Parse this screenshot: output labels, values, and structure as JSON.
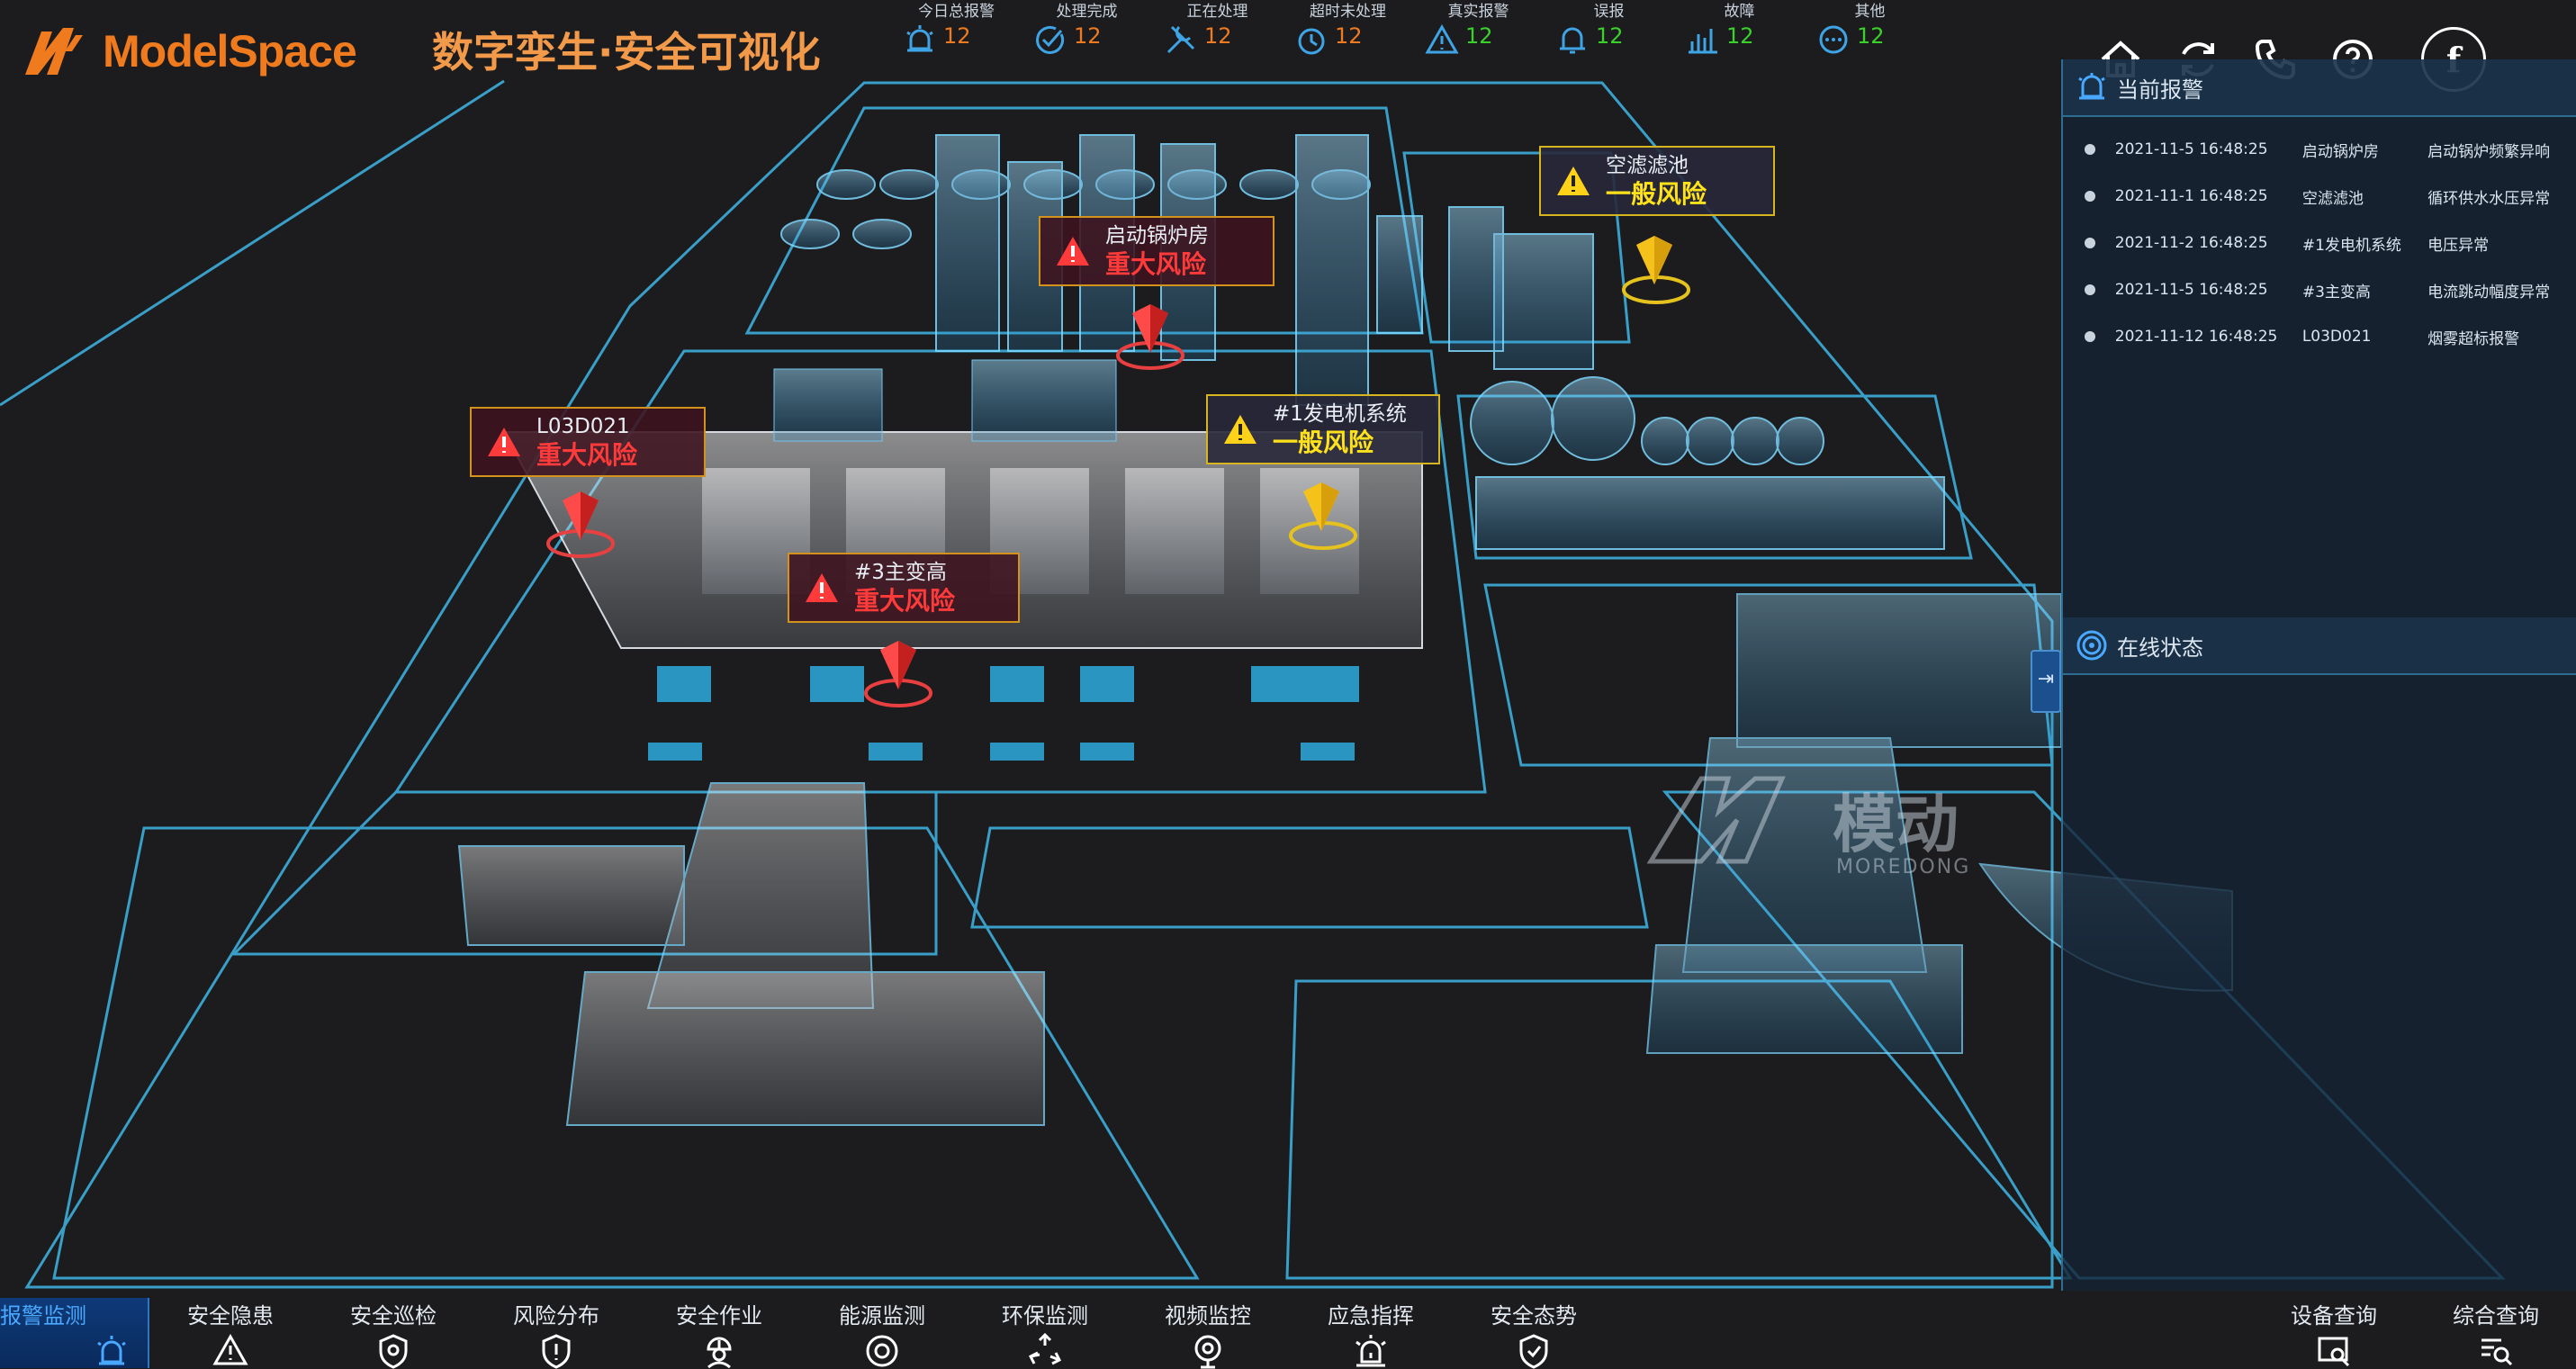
{
  "brand": {
    "logo_text": "ModelSpace",
    "title": "数字孪生·安全可视化"
  },
  "stats": [
    {
      "label": "今日总报警",
      "value": "12",
      "icon": "alarm-icon",
      "color": "#f07a1e"
    },
    {
      "label": "处理完成",
      "value": "12",
      "icon": "check-circle-icon",
      "color": "#f07a1e"
    },
    {
      "label": "正在处理",
      "value": "12",
      "icon": "tools-icon",
      "color": "#f07a1e"
    },
    {
      "label": "超时未处理",
      "value": "12",
      "icon": "clock-icon",
      "color": "#f07a1e"
    },
    {
      "label": "真实报警",
      "value": "12",
      "icon": "warning-icon",
      "color": "#3ad12a"
    },
    {
      "label": "误报",
      "value": "12",
      "icon": "bell-icon",
      "color": "#3ad12a"
    },
    {
      "label": "故障",
      "value": "12",
      "icon": "fault-icon",
      "color": "#3ad12a"
    },
    {
      "label": "其他",
      "value": "12",
      "icon": "more-icon",
      "color": "#3ad12a"
    }
  ],
  "top_icons": [
    "home-icon",
    "refresh-icon",
    "phone-icon",
    "help-icon",
    "facebook-icon"
  ],
  "facebook_glyph": "f",
  "alarm_panel": {
    "title": "当前报警",
    "rows": [
      {
        "time": "2021-11-5 16:48:25",
        "location": "启动锅炉房",
        "desc": "启动锅炉频繁异响"
      },
      {
        "time": "2021-11-1 16:48:25",
        "location": "空滤滤池",
        "desc": "循环供水水压异常"
      },
      {
        "time": "2021-11-2 16:48:25",
        "location": "#1发电机系统",
        "desc": "电压异常"
      },
      {
        "time": "2021-11-5 16:48:25",
        "location": "#3主变高",
        "desc": "电流跳动幅度异常"
      },
      {
        "time": "2021-11-12 16:48:25",
        "location": "L03D021",
        "desc": "烟雾超标报警"
      }
    ]
  },
  "online_panel": {
    "title": "在线状态"
  },
  "collapse_glyph": "⇥",
  "markers": [
    {
      "name": "空滤滤池",
      "level": "一般风险",
      "severity": "general"
    },
    {
      "name": "启动锅炉房",
      "level": "重大风险",
      "severity": "major"
    },
    {
      "name": "#1发电机系统",
      "level": "一般风险",
      "severity": "general"
    },
    {
      "name": "L03D021",
      "level": "重大风险",
      "severity": "major"
    },
    {
      "name": "#3主变高",
      "level": "重大风险",
      "severity": "major"
    }
  ],
  "watermark": {
    "cn": "模动",
    "en": "MOREDONG"
  },
  "bottom_nav": [
    {
      "label": "报警监测",
      "icon": "alarm-icon",
      "active": true
    },
    {
      "label": "安全隐患",
      "icon": "warning-icon"
    },
    {
      "label": "安全巡检",
      "icon": "shield-icon"
    },
    {
      "label": "风险分布",
      "icon": "risk-icon"
    },
    {
      "label": "安全作业",
      "icon": "worker-icon"
    },
    {
      "label": "能源监测",
      "icon": "energy-icon"
    },
    {
      "label": "环保监测",
      "icon": "recycle-icon"
    },
    {
      "label": "视频监控",
      "icon": "camera-icon"
    },
    {
      "label": "应急指挥",
      "icon": "siren-icon"
    },
    {
      "label": "安全态势",
      "icon": "shield-check-icon"
    },
    {
      "label": "设备查询",
      "icon": "device-search-icon"
    },
    {
      "label": "综合查询",
      "icon": "list-search-icon"
    }
  ],
  "colors": {
    "accent": "#f07a1e",
    "wire": "#3fb6e6",
    "major": "#ff3a3a",
    "general": "#ffe21a",
    "good": "#3ad12a"
  }
}
